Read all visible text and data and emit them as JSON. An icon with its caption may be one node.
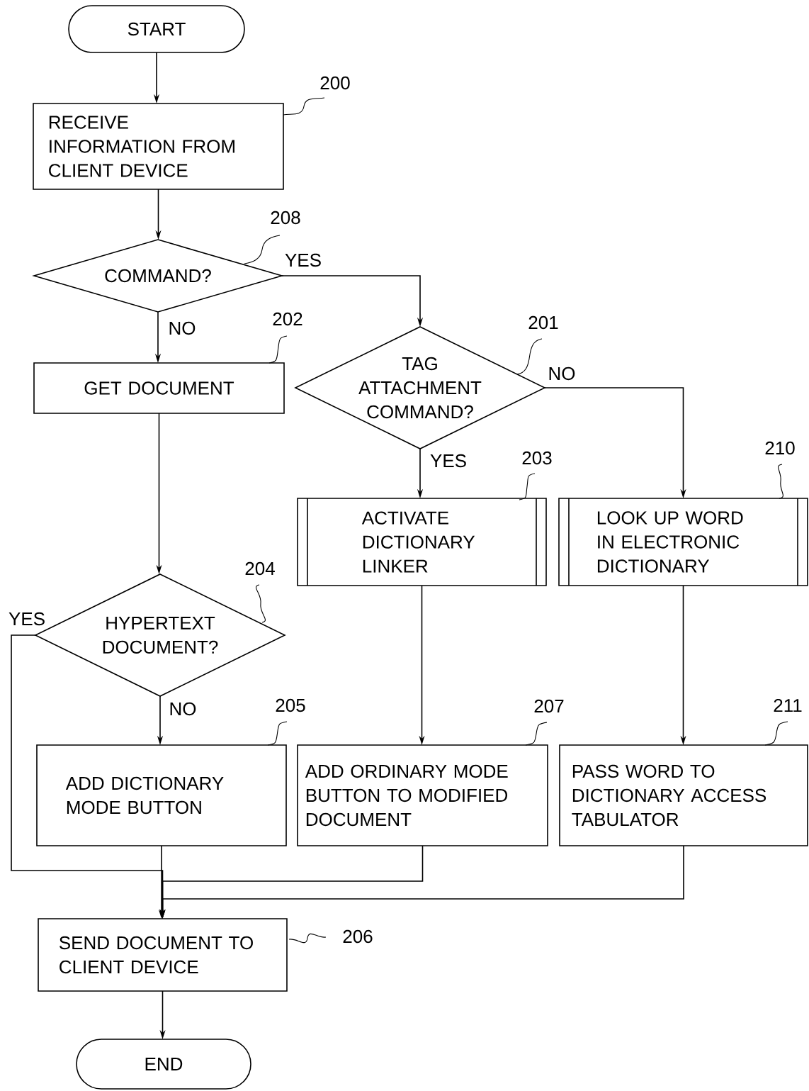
{
  "diagram": {
    "nodes": [
      {
        "text": [
          "START"
        ]
      },
      {
        "text": [
          "RECEIVE INFORMATION FROM CLIENT DEVICE"
        ],
        "beside": [
          "200"
        ]
      },
      {
        "text": [
          "COMMAND?"
        ],
        "beside": [
          "208"
        ]
      },
      {
        "text": [
          "GET DOCUMENT"
        ],
        "beside": [
          "202"
        ]
      },
      {
        "text": [
          "TAG ATTACHMENT COMMAND?"
        ],
        "beside": [
          "201"
        ]
      },
      {
        "text": [
          "ACTIVATE DICTIONARY LINKER"
        ],
        "beside": [
          "203"
        ]
      },
      {
        "text": [
          "LOOK UP WORD IN ELECTRONIC DICTIONARY"
        ],
        "beside": [
          "210"
        ]
      },
      {
        "text": [
          "HYPERTEXT DOCUMENT?"
        ],
        "beside": [
          "204"
        ]
      },
      {
        "text": [
          "ADD DICTIONARY MODE BUTTON"
        ],
        "beside": [
          "205"
        ]
      },
      {
        "text": [
          "ADD ORDINARY MODE BUTTON TO MODIFIED DOCUMENT"
        ],
        "beside": [
          "207"
        ]
      },
      {
        "text": [
          "PASS WORD TO DICTIONARY ACCESS TABULATOR"
        ],
        "beside": [
          "211"
        ]
      },
      {
        "text": [
          "SEND DOCUMENT TO CLIENT DEVICE"
        ],
        "beside": [
          "206"
        ]
      },
      {
        "text": [
          "END"
        ]
      }
    ],
    "edges": [
      {
        "from": 0,
        "to": 1,
        "arrow": "to"
      },
      {
        "from": 1,
        "to": 2,
        "arrow": "to"
      },
      {
        "from": 2,
        "to": 4,
        "arrow": "to",
        "label": "YES"
      },
      {
        "from": 2,
        "to": 3,
        "arrow": "to",
        "label": "NO"
      },
      {
        "from": 4,
        "to": 5,
        "arrow": "to",
        "label": "YES"
      },
      {
        "from": 4,
        "to": 6,
        "arrow": "to",
        "label": "NO"
      },
      {
        "from": 3,
        "to": 7,
        "arrow": "to"
      },
      {
        "from": 5,
        "to": 9,
        "arrow": "to"
      },
      {
        "from": 6,
        "to": 10,
        "arrow": "to"
      },
      {
        "from": 7,
        "to": 11,
        "arrow": "to",
        "label": "YES"
      },
      {
        "from": 7,
        "to": 8,
        "arrow": "to",
        "label": "NO"
      },
      {
        "from": 8,
        "to": 11,
        "arrow": "to"
      },
      {
        "from": 9,
        "to": 11,
        "arrow": "to"
      },
      {
        "from": 10,
        "to": 11,
        "arrow": "to"
      },
      {
        "from": 11,
        "to": 12,
        "arrow": "to"
      }
    ]
  }
}
